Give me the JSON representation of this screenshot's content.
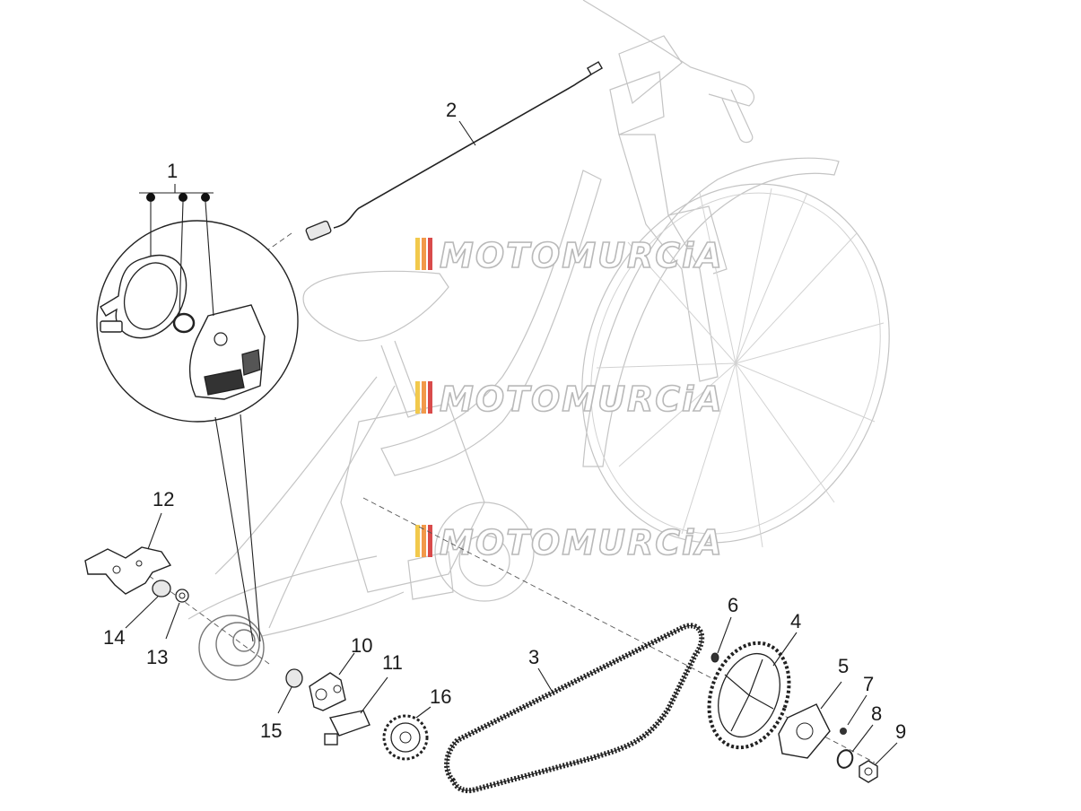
{
  "watermark": {
    "text": "MOTOMURCiA"
  },
  "callouts": {
    "c1": "1",
    "c2": "2",
    "c3": "3",
    "c4": "4",
    "c5": "5",
    "c6": "6",
    "c7": "7",
    "c8": "8",
    "c9": "9",
    "c10": "10",
    "c11": "11",
    "c12": "12",
    "c13": "13",
    "c14": "14",
    "c15": "15",
    "c16": "16"
  },
  "colors": {
    "line": "#222222",
    "ghost": "#c4c4c4",
    "watermark_stripes": [
      "#f2c94c",
      "#f2994a",
      "#d94b4b"
    ]
  }
}
